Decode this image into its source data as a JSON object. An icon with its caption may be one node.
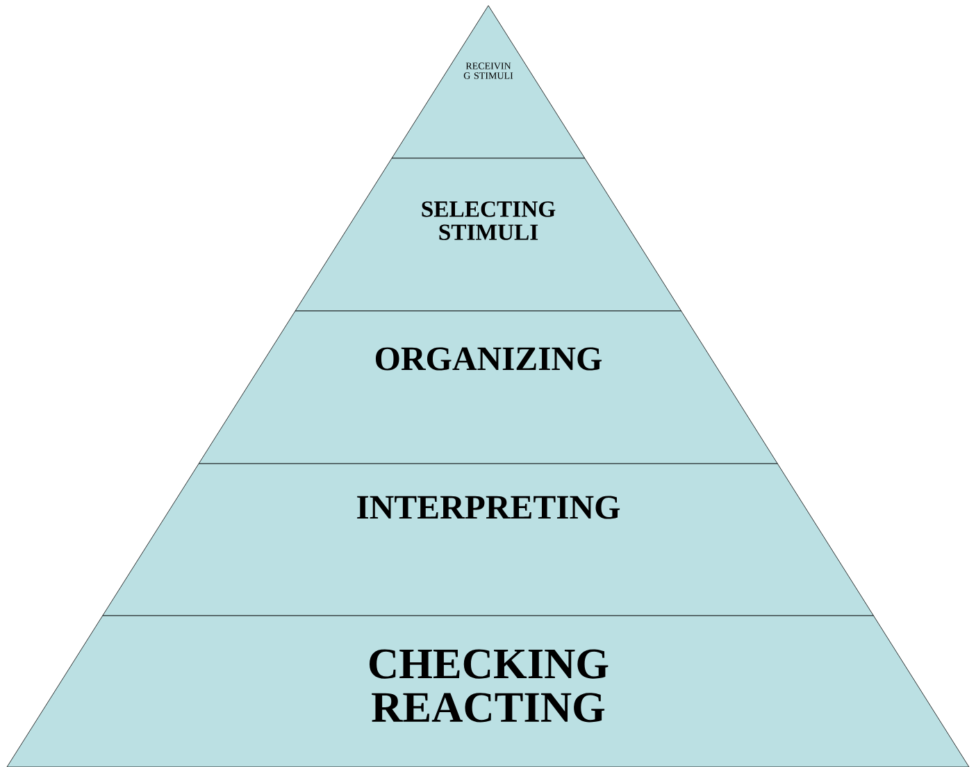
{
  "diagram": {
    "nodes": [
      {
        "text": [
          "RECEIVIN G STIMULI"
        ]
      },
      {
        "text": [
          "SELECTING STIMULI"
        ]
      },
      {
        "text": [
          "ORGANIZING"
        ]
      },
      {
        "text": [
          "INTERPRETING"
        ]
      },
      {
        "text": [
          "CHECKING REACTING"
        ]
      }
    ]
  }
}
